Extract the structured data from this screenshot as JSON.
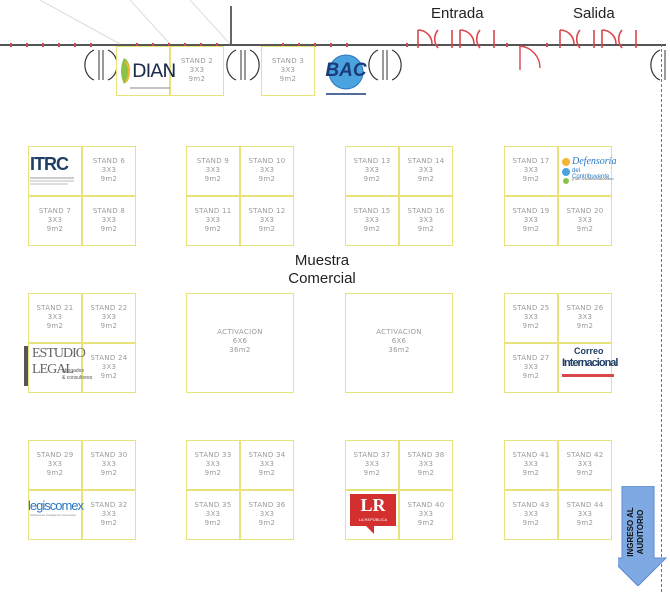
{
  "top": {
    "entrada": "Entrada",
    "salida": "Salida"
  },
  "title": {
    "line1": "Muestra",
    "line2": "Comercial"
  },
  "stands": [
    {
      "id": "s1",
      "lines": []
    },
    {
      "id": "s2",
      "lines": [
        "STAND 2",
        "3X3",
        "9m2"
      ]
    },
    {
      "id": "s3",
      "lines": [
        "STAND 3",
        "3X3",
        "9m2"
      ]
    },
    {
      "id": "s5",
      "lines": []
    },
    {
      "id": "s6",
      "lines": [
        "STAND 6",
        "3X3",
        "9m2"
      ]
    },
    {
      "id": "s7",
      "lines": [
        "STAND 7",
        "3X3",
        "9m2"
      ]
    },
    {
      "id": "s8",
      "lines": [
        "STAND 8",
        "3X3",
        "9m2"
      ]
    },
    {
      "id": "s9",
      "lines": [
        "STAND 9",
        "3X3",
        "9m2"
      ]
    },
    {
      "id": "s10",
      "lines": [
        "STAND 10",
        "3X3",
        "9m2"
      ]
    },
    {
      "id": "s11",
      "lines": [
        "STAND 11",
        "3X3",
        "9m2"
      ]
    },
    {
      "id": "s12",
      "lines": [
        "STAND 12",
        "3X3",
        "9m2"
      ]
    },
    {
      "id": "s13",
      "lines": [
        "STAND 13",
        "3X3",
        "9m2"
      ]
    },
    {
      "id": "s14",
      "lines": [
        "STAND 14",
        "3X3",
        "9m2"
      ]
    },
    {
      "id": "s15",
      "lines": [
        "STAND 15",
        "3X3",
        "9m2"
      ]
    },
    {
      "id": "s16",
      "lines": [
        "STAND 16",
        "3X3",
        "9m2"
      ]
    },
    {
      "id": "s17",
      "lines": [
        "STAND 17",
        "3X3",
        "9m2"
      ]
    },
    {
      "id": "s18",
      "lines": []
    },
    {
      "id": "s19",
      "lines": [
        "STAND 19",
        "3X3",
        "9m2"
      ]
    },
    {
      "id": "s20",
      "lines": [
        "STAND 20",
        "3X3",
        "9m2"
      ]
    },
    {
      "id": "s21",
      "lines": [
        "STAND 21",
        "3X3",
        "9m2"
      ]
    },
    {
      "id": "s22",
      "lines": [
        "STAND 22",
        "3X3",
        "9m2"
      ]
    },
    {
      "id": "s23",
      "lines": []
    },
    {
      "id": "s24",
      "lines": [
        "STAND 24",
        "3X3",
        "9m2"
      ]
    },
    {
      "id": "act1",
      "lines": [
        "ACTIVACION",
        "6X6",
        "36m2"
      ]
    },
    {
      "id": "act2",
      "lines": [
        "ACTIVACION",
        "6X6",
        "36m2"
      ]
    },
    {
      "id": "s25",
      "lines": [
        "STAND 25",
        "3X3",
        "9m2"
      ]
    },
    {
      "id": "s26",
      "lines": [
        "STAND 26",
        "3X3",
        "9m2"
      ]
    },
    {
      "id": "s27",
      "lines": [
        "STAND 27",
        "3X3",
        "9m2"
      ]
    },
    {
      "id": "s28",
      "lines": []
    },
    {
      "id": "s29",
      "lines": [
        "STAND 29",
        "3X3",
        "9m2"
      ]
    },
    {
      "id": "s30",
      "lines": [
        "STAND 30",
        "3X3",
        "9m2"
      ]
    },
    {
      "id": "s31",
      "lines": []
    },
    {
      "id": "s32",
      "lines": [
        "STAND 32",
        "3X3",
        "9m2"
      ]
    },
    {
      "id": "s33",
      "lines": [
        "STAND 33",
        "3X3",
        "9m2"
      ]
    },
    {
      "id": "s34",
      "lines": [
        "STAND 34",
        "3X3",
        "9m2"
      ]
    },
    {
      "id": "s35",
      "lines": [
        "STAND 35",
        "3X3",
        "9m2"
      ]
    },
    {
      "id": "s36",
      "lines": [
        "STAND 36",
        "3X3",
        "9m2"
      ]
    },
    {
      "id": "s37",
      "lines": [
        "STAND 37",
        "3X3",
        "9m2"
      ]
    },
    {
      "id": "s38",
      "lines": [
        "STAND 38",
        "3X3",
        "9m2"
      ]
    },
    {
      "id": "s39",
      "lines": []
    },
    {
      "id": "s40",
      "lines": [
        "STAND 40",
        "3X3",
        "9m2"
      ]
    },
    {
      "id": "s41",
      "lines": [
        "STAND 41",
        "3X3",
        "9m2"
      ]
    },
    {
      "id": "s42",
      "lines": [
        "STAND 42",
        "3X3",
        "9m2"
      ]
    },
    {
      "id": "s43",
      "lines": [
        "STAND 43",
        "3X3",
        "9m2"
      ]
    },
    {
      "id": "s44",
      "lines": [
        "STAND 44",
        "3X3",
        "9m2"
      ]
    }
  ],
  "logos": {
    "dian": "DIAN",
    "bac": "BAC",
    "itrc": "ITRC",
    "defensoria": [
      "Defensoría",
      "del Contribuyente",
      "y del Usuario Aduanero"
    ],
    "estudio": [
      "ESTUDIO",
      "LEGAL",
      "abogados",
      "& consultores"
    ],
    "correo": [
      "Correo",
      "Internacional"
    ],
    "legis": [
      "legiscomex",
      "Sistema de Inteligencia Comercial"
    ],
    "lr": [
      "LR",
      "LA REPÚBLICA"
    ]
  },
  "auditorio": {
    "line1": "INGRESO AL",
    "line2": "AUDITORIO"
  },
  "colors": {
    "stand_border": "#e8e27a",
    "door": "#d9464c",
    "wall": "#555555",
    "arrow": "#7fa9e3"
  }
}
